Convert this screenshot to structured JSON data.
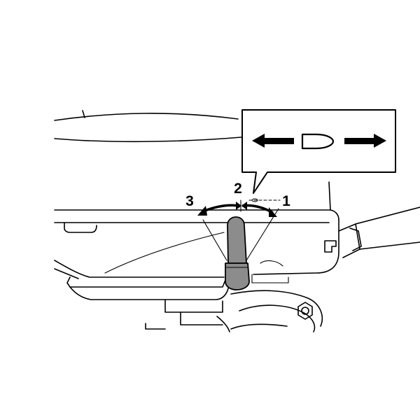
{
  "diagram": {
    "position_labels": [
      "1",
      "2",
      "3"
    ],
    "callout": {
      "icon": "throttle-shift-icon",
      "arrows": [
        "arrow-left-icon",
        "arrow-right-icon"
      ]
    },
    "colors": {
      "outline": "#000000",
      "lever_fill": "#8c8c8c",
      "background": "#ffffff"
    }
  }
}
